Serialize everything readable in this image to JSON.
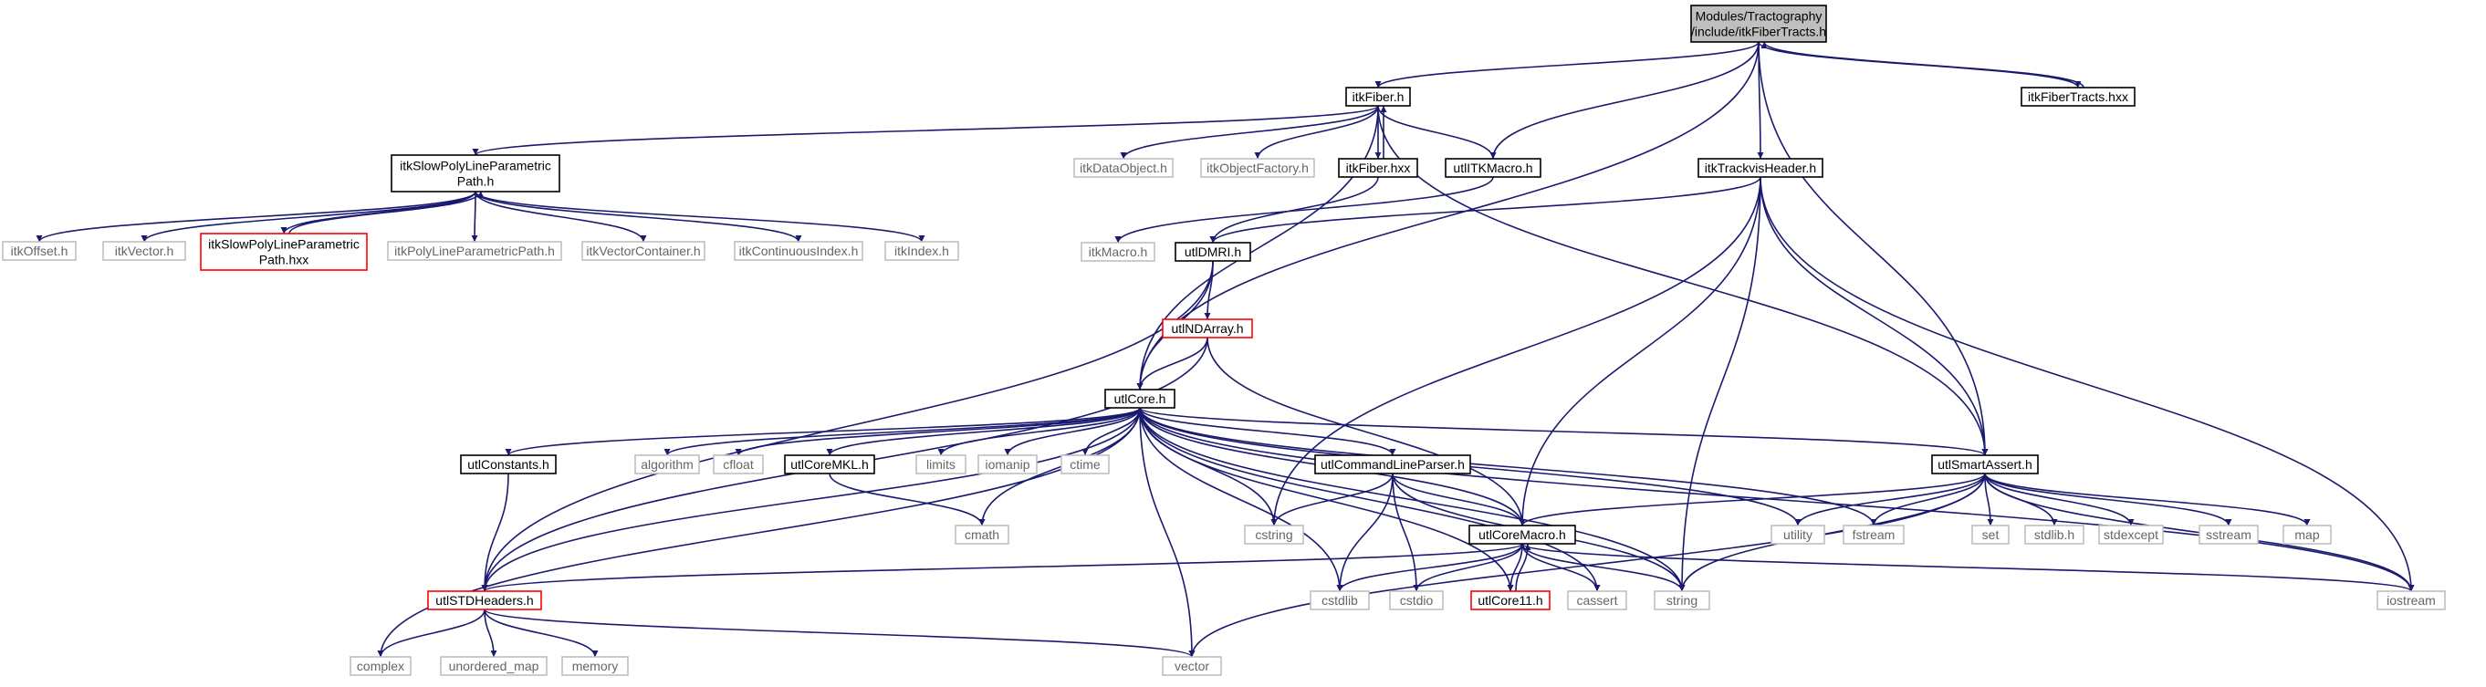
{
  "colors": {
    "edge": "#191970",
    "root_fill": "#bfbfbf",
    "normal_border": "#000000",
    "external_border": "#bfbfbf",
    "external_text": "#666666",
    "truncated_border": "#ff0000",
    "text": "#000000"
  },
  "nodes": {
    "root": {
      "lines": [
        "Modules/Tractography",
        "/include/itkFiberTracts.h"
      ],
      "kind": "root"
    },
    "itkFiberTracts_hxx": {
      "lines": [
        "itkFiberTracts.hxx"
      ],
      "kind": "normal"
    },
    "itkFiber_h": {
      "lines": [
        "itkFiber.h"
      ],
      "kind": "normal"
    },
    "itkSlowPoly_h": {
      "lines": [
        "itkSlowPolyLineParametric",
        "Path.h"
      ],
      "kind": "normal"
    },
    "itkOffset_h": {
      "lines": [
        "itkOffset.h"
      ],
      "kind": "external"
    },
    "itkVector_h": {
      "lines": [
        "itkVector.h"
      ],
      "kind": "external"
    },
    "itkSlowPoly_hxx": {
      "lines": [
        "itkSlowPolyLineParametric",
        "Path.hxx"
      ],
      "kind": "truncated"
    },
    "itkPolyLine_h": {
      "lines": [
        "itkPolyLineParametricPath.h"
      ],
      "kind": "external"
    },
    "itkVectorContainer_h": {
      "lines": [
        "itkVectorContainer.h"
      ],
      "kind": "external"
    },
    "itkContinuousIndex_h": {
      "lines": [
        "itkContinuousIndex.h"
      ],
      "kind": "external"
    },
    "itkIndex_h": {
      "lines": [
        "itkIndex.h"
      ],
      "kind": "external"
    },
    "itkDataObject_h": {
      "lines": [
        "itkDataObject.h"
      ],
      "kind": "external"
    },
    "itkObjectFactory_h": {
      "lines": [
        "itkObjectFactory.h"
      ],
      "kind": "external"
    },
    "itkFiber_hxx": {
      "lines": [
        "itkFiber.hxx"
      ],
      "kind": "normal"
    },
    "utlITKMacro_h": {
      "lines": [
        "utlITKMacro.h"
      ],
      "kind": "normal"
    },
    "itkTrackvisHeader_h": {
      "lines": [
        "itkTrackvisHeader.h"
      ],
      "kind": "normal"
    },
    "itkMacro_h": {
      "lines": [
        "itkMacro.h"
      ],
      "kind": "external"
    },
    "utlDMRI_h": {
      "lines": [
        "utlDMRI.h"
      ],
      "kind": "normal"
    },
    "utlNDArray_h": {
      "lines": [
        "utlNDArray.h"
      ],
      "kind": "truncated"
    },
    "utlCore_h": {
      "lines": [
        "utlCore.h"
      ],
      "kind": "normal"
    },
    "utlConstants_h": {
      "lines": [
        "utlConstants.h"
      ],
      "kind": "normal"
    },
    "algorithm": {
      "lines": [
        "algorithm"
      ],
      "kind": "external"
    },
    "cfloat": {
      "lines": [
        "cfloat"
      ],
      "kind": "external"
    },
    "utlCoreMKL_h": {
      "lines": [
        "utlCoreMKL.h"
      ],
      "kind": "normal"
    },
    "limits": {
      "lines": [
        "limits"
      ],
      "kind": "external"
    },
    "iomanip": {
      "lines": [
        "iomanip"
      ],
      "kind": "external"
    },
    "ctime": {
      "lines": [
        "ctime"
      ],
      "kind": "external"
    },
    "utlCommandLineParser_h": {
      "lines": [
        "utlCommandLineParser.h"
      ],
      "kind": "normal"
    },
    "utlSmartAssert_h": {
      "lines": [
        "utlSmartAssert.h"
      ],
      "kind": "normal"
    },
    "cmath": {
      "lines": [
        "cmath"
      ],
      "kind": "external"
    },
    "cstring": {
      "lines": [
        "cstring"
      ],
      "kind": "external"
    },
    "utlCoreMacro_h": {
      "lines": [
        "utlCoreMacro.h"
      ],
      "kind": "normal"
    },
    "utility": {
      "lines": [
        "utility"
      ],
      "kind": "external"
    },
    "fstream": {
      "lines": [
        "fstream"
      ],
      "kind": "external"
    },
    "set": {
      "lines": [
        "set"
      ],
      "kind": "external"
    },
    "stdlib_h": {
      "lines": [
        "stdlib.h"
      ],
      "kind": "external"
    },
    "stdexcept": {
      "lines": [
        "stdexcept"
      ],
      "kind": "external"
    },
    "sstream": {
      "lines": [
        "sstream"
      ],
      "kind": "external"
    },
    "map": {
      "lines": [
        "map"
      ],
      "kind": "external"
    },
    "utlSTDHeaders_h": {
      "lines": [
        "utlSTDHeaders.h"
      ],
      "kind": "truncated"
    },
    "cstdlib": {
      "lines": [
        "cstdlib"
      ],
      "kind": "external"
    },
    "cstdio": {
      "lines": [
        "cstdio"
      ],
      "kind": "external"
    },
    "utlCore11_h": {
      "lines": [
        "utlCore11.h"
      ],
      "kind": "truncated"
    },
    "cassert": {
      "lines": [
        "cassert"
      ],
      "kind": "external"
    },
    "string": {
      "lines": [
        "string"
      ],
      "kind": "external"
    },
    "iostream": {
      "lines": [
        "iostream"
      ],
      "kind": "external"
    },
    "complex": {
      "lines": [
        "complex"
      ],
      "kind": "external"
    },
    "unordered_map": {
      "lines": [
        "unordered_map"
      ],
      "kind": "external"
    },
    "memory": {
      "lines": [
        "memory"
      ],
      "kind": "external"
    },
    "vector": {
      "lines": [
        "vector"
      ],
      "kind": "external"
    }
  },
  "edges": [
    [
      "root",
      "itkFiberTracts_hxx"
    ],
    [
      "itkFiberTracts_hxx",
      "root"
    ],
    [
      "root",
      "itkFiber_h"
    ],
    [
      "root",
      "utlITKMacro_h"
    ],
    [
      "root",
      "itkTrackvisHeader_h"
    ],
    [
      "root",
      "utlSmartAssert_h"
    ],
    [
      "root",
      "utlCore_h"
    ],
    [
      "itkFiber_h",
      "itkSlowPoly_h"
    ],
    [
      "itkFiber_h",
      "itkDataObject_h"
    ],
    [
      "itkFiber_h",
      "itkObjectFactory_h"
    ],
    [
      "itkFiber_h",
      "itkFiber_hxx"
    ],
    [
      "itkFiber_hxx",
      "itkFiber_h"
    ],
    [
      "itkFiber_h",
      "utlITKMacro_h"
    ],
    [
      "itkFiber_h",
      "utlCore_h"
    ],
    [
      "itkFiber_h",
      "utlSmartAssert_h"
    ],
    [
      "itkSlowPoly_h",
      "itkOffset_h"
    ],
    [
      "itkSlowPoly_h",
      "itkVector_h"
    ],
    [
      "itkSlowPoly_h",
      "itkSlowPoly_hxx"
    ],
    [
      "itkSlowPoly_hxx",
      "itkSlowPoly_h"
    ],
    [
      "itkSlowPoly_h",
      "itkPolyLine_h"
    ],
    [
      "itkSlowPoly_h",
      "itkVectorContainer_h"
    ],
    [
      "itkSlowPoly_h",
      "itkContinuousIndex_h"
    ],
    [
      "itkSlowPoly_h",
      "itkIndex_h"
    ],
    [
      "itkFiber_hxx",
      "utlDMRI_h"
    ],
    [
      "utlITKMacro_h",
      "itkMacro_h"
    ],
    [
      "itkTrackvisHeader_h",
      "utlDMRI_h"
    ],
    [
      "itkTrackvisHeader_h",
      "cstring"
    ],
    [
      "itkTrackvisHeader_h",
      "utlCoreMacro_h"
    ],
    [
      "itkTrackvisHeader_h",
      "string"
    ],
    [
      "itkTrackvisHeader_h",
      "utlSmartAssert_h"
    ],
    [
      "itkTrackvisHeader_h",
      "iostream"
    ],
    [
      "utlDMRI_h",
      "utlNDArray_h"
    ],
    [
      "utlDMRI_h",
      "utlCore_h"
    ],
    [
      "utlDMRI_h",
      "utlSTDHeaders_h"
    ],
    [
      "utlNDArray_h",
      "utlCore_h"
    ],
    [
      "utlNDArray_h",
      "utlCoreMacro_h"
    ],
    [
      "utlNDArray_h",
      "utlSTDHeaders_h"
    ],
    [
      "utlCore_h",
      "utlConstants_h"
    ],
    [
      "utlCore_h",
      "algorithm"
    ],
    [
      "utlCore_h",
      "cfloat"
    ],
    [
      "utlCore_h",
      "utlCoreMKL_h"
    ],
    [
      "utlCore_h",
      "limits"
    ],
    [
      "utlCore_h",
      "iomanip"
    ],
    [
      "utlCore_h",
      "ctime"
    ],
    [
      "utlCore_h",
      "utlCommandLineParser_h"
    ],
    [
      "utlCore_h",
      "utlSmartAssert_h"
    ],
    [
      "utlCore_h",
      "cmath"
    ],
    [
      "utlCore_h",
      "cstring"
    ],
    [
      "utlCore_h",
      "utlCoreMacro_h"
    ],
    [
      "utlCore_h",
      "utility"
    ],
    [
      "utlCore_h",
      "fstream"
    ],
    [
      "utlCore_h",
      "iostream"
    ],
    [
      "utlCore_h",
      "utlSTDHeaders_h"
    ],
    [
      "utlCore_h",
      "cstdlib"
    ],
    [
      "utlCore_h",
      "utlCore11_h"
    ],
    [
      "utlCore_h",
      "cassert"
    ],
    [
      "utlCore_h",
      "string"
    ],
    [
      "utlCore_h",
      "complex"
    ],
    [
      "utlCore_h",
      "vector"
    ],
    [
      "utlConstants_h",
      "utlSTDHeaders_h"
    ],
    [
      "utlCoreMKL_h",
      "cmath"
    ],
    [
      "utlCommandLineParser_h",
      "cstring"
    ],
    [
      "utlCommandLineParser_h",
      "utlCoreMacro_h"
    ],
    [
      "utlCommandLineParser_h",
      "cstdlib"
    ],
    [
      "utlCommandLineParser_h",
      "cstdio"
    ],
    [
      "utlCommandLineParser_h",
      "string"
    ],
    [
      "utlSmartAssert_h",
      "utlCoreMacro_h"
    ],
    [
      "utlSmartAssert_h",
      "utility"
    ],
    [
      "utlSmartAssert_h",
      "fstream"
    ],
    [
      "utlSmartAssert_h",
      "set"
    ],
    [
      "utlSmartAssert_h",
      "stdlib_h"
    ],
    [
      "utlSmartAssert_h",
      "stdexcept"
    ],
    [
      "utlSmartAssert_h",
      "sstream"
    ],
    [
      "utlSmartAssert_h",
      "map"
    ],
    [
      "utlSmartAssert_h",
      "iostream"
    ],
    [
      "utlSmartAssert_h",
      "string"
    ],
    [
      "utlSmartAssert_h",
      "vector"
    ],
    [
      "utlCoreMacro_h",
      "utlSTDHeaders_h"
    ],
    [
      "utlCoreMacro_h",
      "cstdlib"
    ],
    [
      "utlCoreMacro_h",
      "cstdio"
    ],
    [
      "utlCoreMacro_h",
      "utlCore11_h"
    ],
    [
      "utlCore11_h",
      "utlCoreMacro_h"
    ],
    [
      "utlCoreMacro_h",
      "cassert"
    ],
    [
      "utlCoreMacro_h",
      "string"
    ],
    [
      "utlCoreMacro_h",
      "iostream"
    ],
    [
      "utlSTDHeaders_h",
      "complex"
    ],
    [
      "utlSTDHeaders_h",
      "unordered_map"
    ],
    [
      "utlSTDHeaders_h",
      "memory"
    ],
    [
      "utlSTDHeaders_h",
      "vector"
    ]
  ]
}
